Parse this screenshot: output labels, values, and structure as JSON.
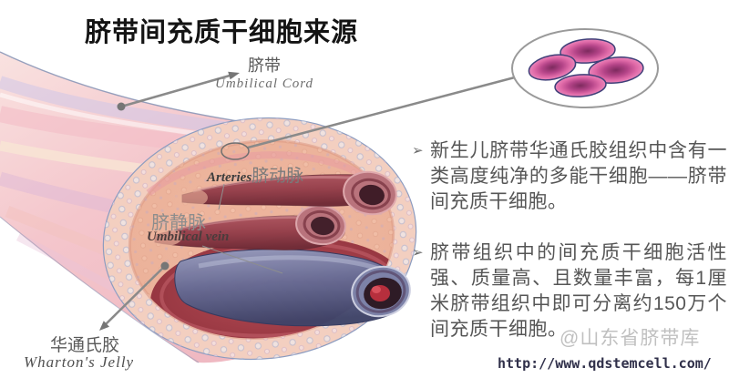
{
  "title": "脐带间充质干细胞来源",
  "labels": {
    "cord_zh": "脐带",
    "cord_en": "Umbilical Cord",
    "arteries_en": "Arteries",
    "arteries_zh": "脐动脉",
    "vein_zh": "脐静脉",
    "vein_en": "Umbilical vein",
    "jelly_zh": "华通氏胶",
    "jelly_en": "Wharton's Jelly"
  },
  "bullets": [
    {
      "marker": "➢",
      "text": "新生儿脐带华通氏胶组织中含有一类高度纯净的多能干细胞——脐带间充质干细胞。"
    },
    {
      "marker": "➢",
      "text": "脐带组织中的间充质干细胞活性强、质量高、且数量丰富，每1厘米脐带组织中即可分离约150万个间充质干细胞。"
    }
  ],
  "watermark": "@山东省脐带库",
  "url": "http://www.qdstemcell.com/",
  "icons": {
    "inset": "stem-cells-magnified-inset",
    "bullet": "arrowhead-bullet"
  },
  "colors": {
    "connector_gray": "#8a8a8a",
    "body_text_gray": "#565656",
    "cell_pink": "#e783b5",
    "cell_core": "#8e2d66",
    "watermark_gray": "#c0c0c0",
    "url_text": "#30304a",
    "artery_red": "#9c4750",
    "vein_blue": "#5c618c",
    "jelly_salmon": "#edb49c"
  }
}
